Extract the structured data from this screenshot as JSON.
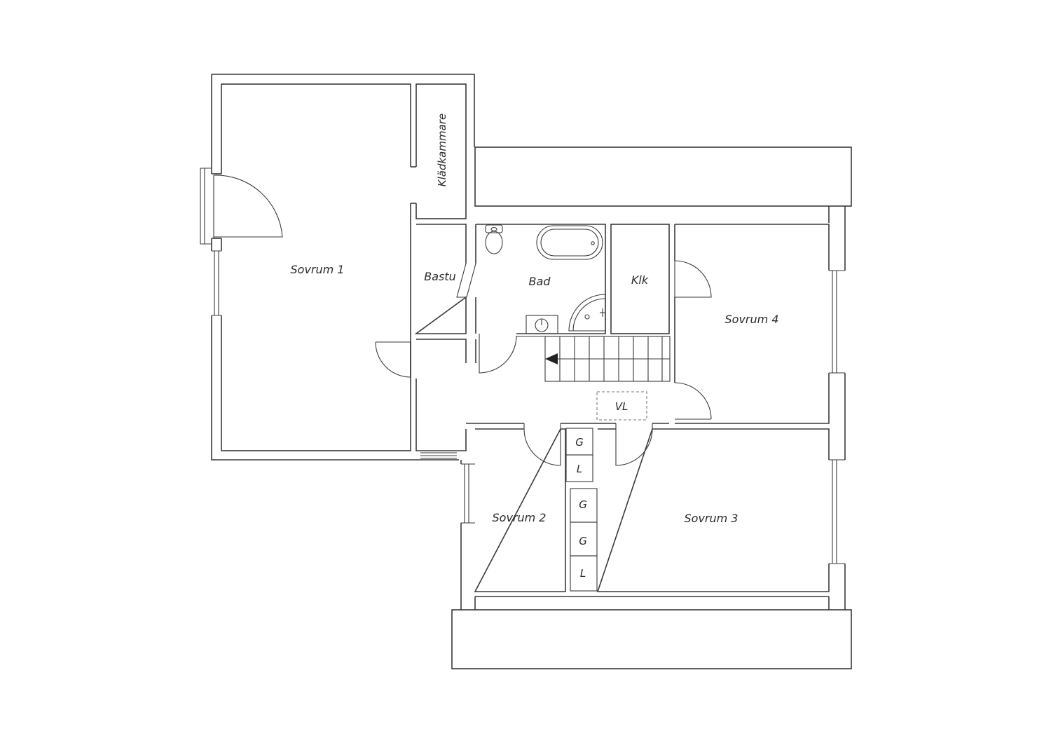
{
  "plan": {
    "rooms": {
      "sovrum1": "Sovrum 1",
      "kladkammare": "Klädkammare",
      "bastu": "Bastu",
      "bad": "Bad",
      "klk": "Klk",
      "sovrum4": "Sovrum 4",
      "sovrum2": "Sovrum 2",
      "sovrum3": "Sovrum 3"
    },
    "markers": {
      "vl": "VL",
      "closet_g1": "G",
      "closet_l1": "L",
      "closet_g2": "G",
      "closet_g3": "G",
      "closet_l2": "L"
    },
    "colors": {
      "wall": "#3a3a3a",
      "background": "#ffffff"
    }
  }
}
